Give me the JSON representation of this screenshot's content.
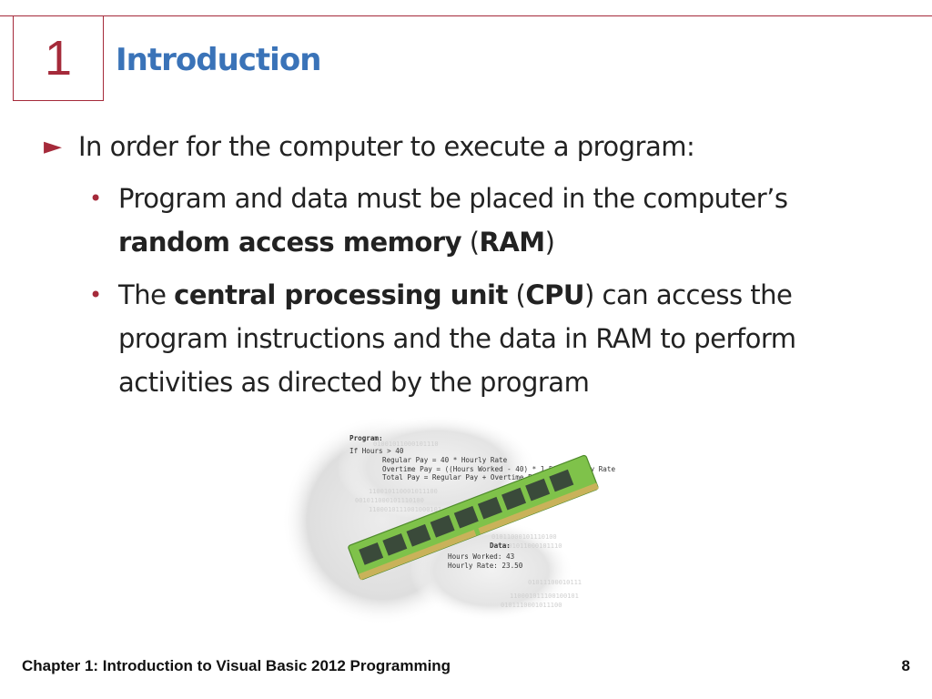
{
  "header": {
    "chapter_number": "1",
    "title": "Introduction"
  },
  "content": {
    "main_bullet": "In order for the computer to execute a program:",
    "sub_bullets": [
      {
        "before": "Program and data must be placed in the computer’s ",
        "bold": "random access memory",
        "mid": " (",
        "bold2": "RAM",
        "after": ")"
      },
      {
        "before": "The ",
        "bold": "central processing unit",
        "mid": " (",
        "bold2": "CPU",
        "after": ") can access the program instructions and the data in RAM to perform activities as directed by the program"
      }
    ]
  },
  "figure": {
    "program_heading": "Program:",
    "program_lines": [
      "If Hours > 40",
      "Regular Pay = 40 * Hourly Rate",
      "Overtime Pay = ((Hours Worked - 40) * 1.5) * Hourly Rate",
      "Total Pay = Regular Pay + Overtime Pay"
    ],
    "data_heading": "Data:",
    "data_lines": [
      "Hours Worked: 43",
      "Hourly Rate: 23.50"
    ]
  },
  "footer": {
    "label": "Chapter 1: Introduction to Visual Basic 2012 Programming",
    "page": "8"
  },
  "colors": {
    "accent": "#a52a3a",
    "title": "#3a73b8",
    "chip_board": "#7fc24a",
    "chip": "#3a4a3a"
  }
}
